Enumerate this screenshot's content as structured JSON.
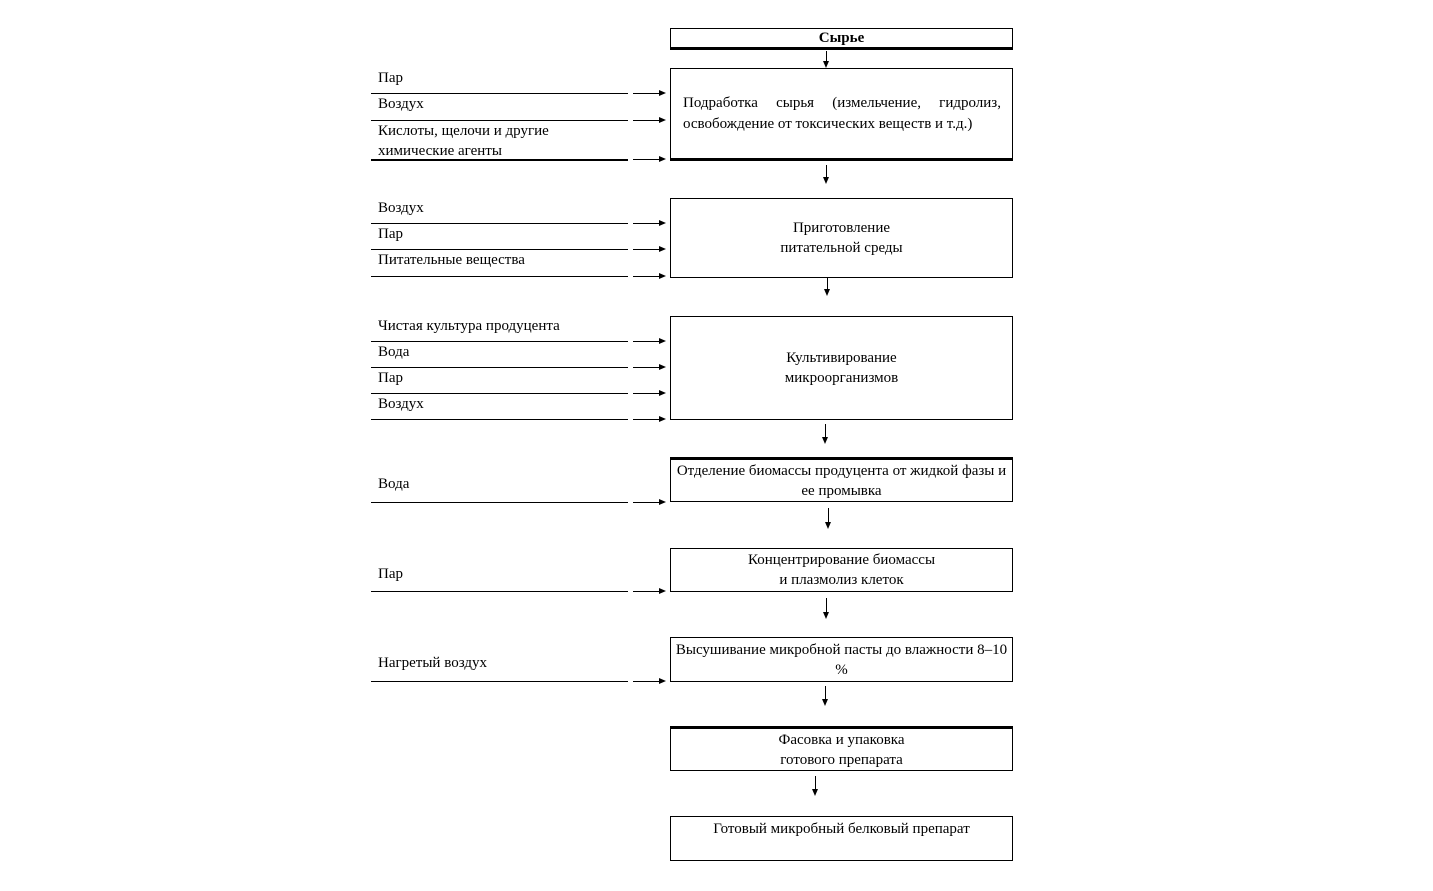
{
  "flowchart": {
    "title_box": "Сырье",
    "colors": {
      "ink": "#000000",
      "background": "#ffffff"
    },
    "boxes": [
      {
        "name": "raw-material",
        "label": "Сырье"
      },
      {
        "name": "pretreatment",
        "label": "Подработка сырья (измельчение, гидролиз, освобождение от токсических веществ и т.д.)"
      },
      {
        "name": "nutrient-medium-preparation",
        "label": "Приготовление\nпитательной среды"
      },
      {
        "name": "cultivation",
        "label": "Культивирование\nмикроорганизмов"
      },
      {
        "name": "biomass-separation",
        "label": "Отделение биомассы продуцента от жидкой фазы и\nее промывка"
      },
      {
        "name": "biomass-concentration",
        "label": "Концентрирование биомассы\nи плазмолиз клеток"
      },
      {
        "name": "drying",
        "label": "Высушивание микробной пасты до влажности 8–10\n%"
      },
      {
        "name": "packaging",
        "label": "Фасовка и упаковка\nготового препарата"
      },
      {
        "name": "final-product",
        "label": "Готовый микробный белковый препарат"
      }
    ],
    "input_groups": [
      {
        "target": "pretreatment",
        "labels": [
          "Пар",
          "Воздух",
          "Кислоты, щелочи и другие\nхимические агенты"
        ]
      },
      {
        "target": "nutrient-medium-preparation",
        "labels": [
          "Воздух",
          "Пар",
          "Питательные вещества"
        ]
      },
      {
        "target": "cultivation",
        "labels": [
          "Чистая культура продуцента",
          "Вода",
          "Пар",
          "Воздух"
        ]
      },
      {
        "target": "biomass-separation",
        "labels": [
          "Вода"
        ]
      },
      {
        "target": "biomass-concentration",
        "labels": [
          "Пар"
        ]
      },
      {
        "target": "drying",
        "labels": [
          "Нагретый воздух"
        ]
      }
    ]
  }
}
